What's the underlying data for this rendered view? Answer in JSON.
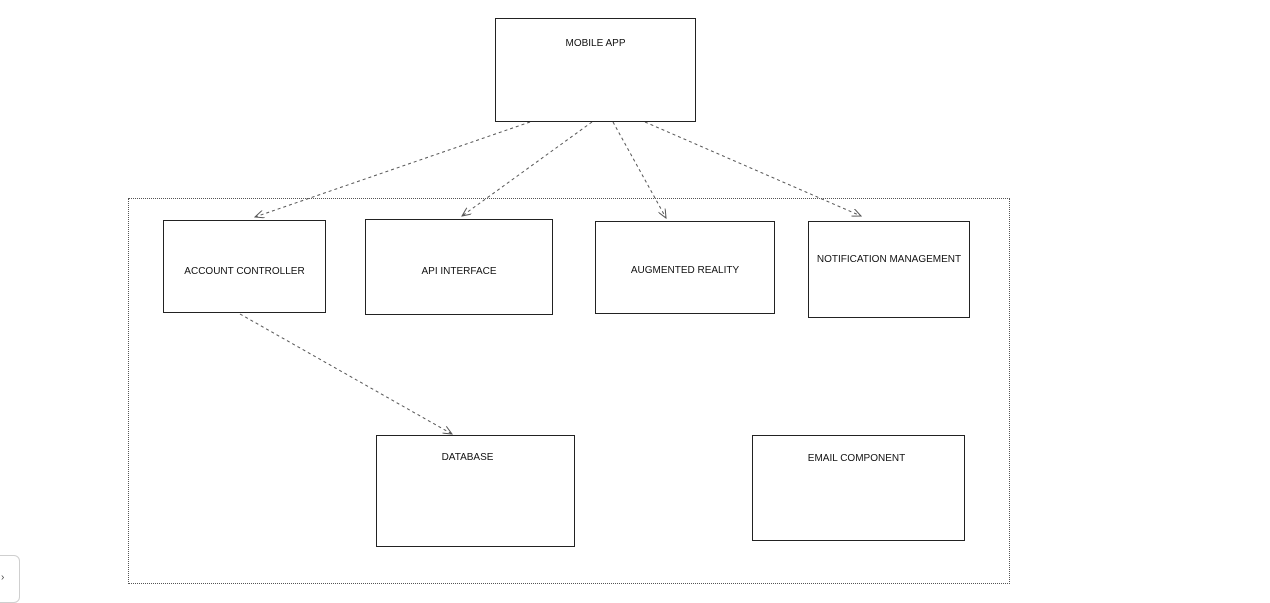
{
  "diagram": {
    "nodes": {
      "mobile_app": "MOBILE APP",
      "account_controller": "ACCOUNT CONTROLLER",
      "api_interface": "API INTERFACE",
      "augmented_reality": "AUGMENTED REALITY",
      "notification_management": "NOTIFICATION MANAGEMENT",
      "database": "DATABASE",
      "email_component": "EMAIL COMPONENT"
    },
    "edges": [
      {
        "from": "MOBILE APP",
        "to": "ACCOUNT CONTROLLER",
        "style": "dashed"
      },
      {
        "from": "MOBILE APP",
        "to": "API INTERFACE",
        "style": "dashed"
      },
      {
        "from": "MOBILE APP",
        "to": "AUGMENTED REALITY",
        "style": "dashed"
      },
      {
        "from": "MOBILE APP",
        "to": "NOTIFICATION MANAGEMENT",
        "style": "dashed"
      },
      {
        "from": "ACCOUNT CONTROLLER",
        "to": "DATABASE",
        "style": "dashed"
      }
    ],
    "colors": {
      "stroke": "#222222",
      "edge": "#555555",
      "background": "#ffffff"
    }
  },
  "corner_control": {
    "icon": "chevron-right-icon",
    "glyph": "›"
  }
}
